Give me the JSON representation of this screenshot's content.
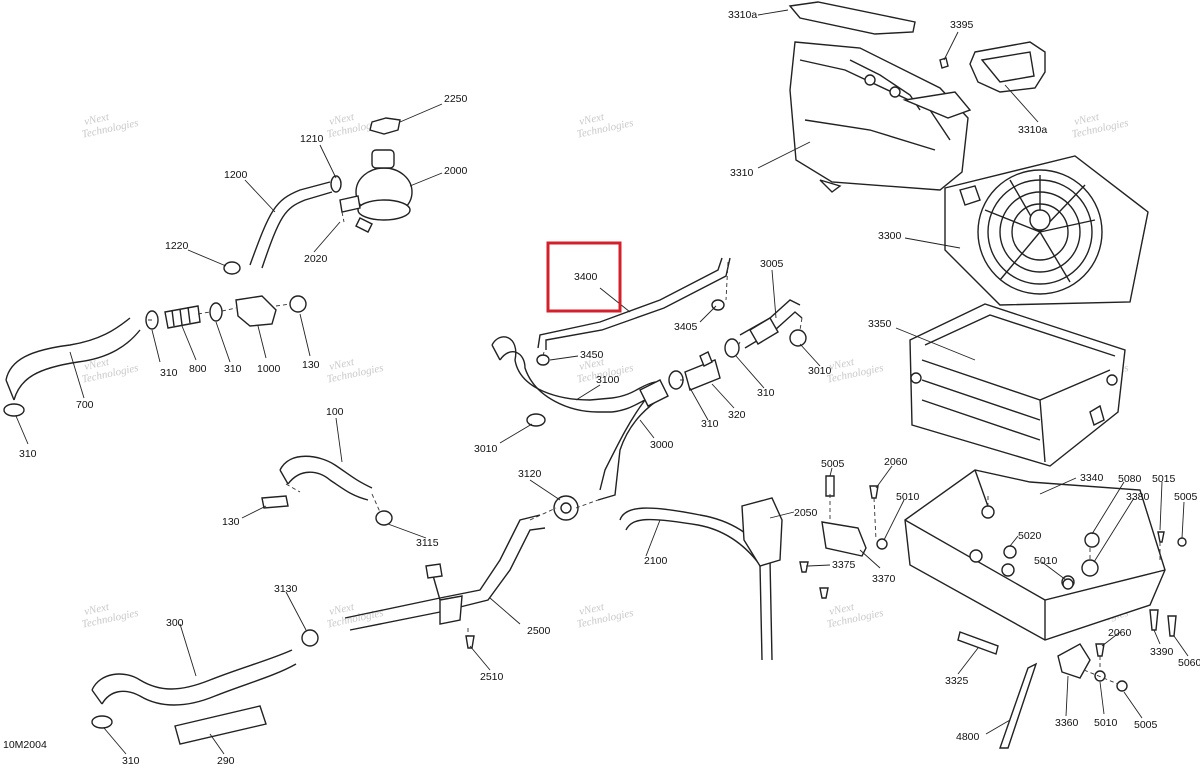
{
  "labels": {
    "l3310a_top": "3310a",
    "l3395": "3395",
    "l3310a_right": "3310a",
    "l3310": "3310",
    "l3300": "3300",
    "l2250": "2250",
    "l1210": "1210",
    "l2000": "2000",
    "l1200": "1200",
    "l2020": "2020",
    "l1220": "1220",
    "l700": "700",
    "l310_a": "310",
    "l800": "800",
    "l310_b": "310",
    "l1000": "1000",
    "l130_a": "130",
    "l310_c": "310",
    "l3400": "3400",
    "l3405": "3405",
    "l3005": "3005",
    "l3450": "3450",
    "l3100": "3100",
    "l3010_a": "3010",
    "l310_d": "310",
    "l320": "320",
    "l310_e": "310",
    "l3000": "3000",
    "l3010_b": "3010",
    "l3350": "3350",
    "l100": "100",
    "l3120": "3120",
    "l130_b": "130",
    "l3115": "3115",
    "l2050": "2050",
    "l2100": "2100",
    "l3375": "3375",
    "l3370": "3370",
    "l5005_a": "5005",
    "l2060_a": "2060",
    "l5010_a": "5010",
    "l3340": "3340",
    "l5080": "5080",
    "l5015": "5015",
    "l5005_b": "5005",
    "l3380": "3380",
    "l5020": "5020",
    "l5010_b": "5010",
    "l3130": "3130",
    "l300": "300",
    "l2500": "2500",
    "l2510": "2510",
    "l2060_b": "2060",
    "l3390": "3390",
    "l5060": "5060",
    "l3325": "3325",
    "l3360": "3360",
    "l5010_c": "5010",
    "l5005_c": "5005",
    "l4800": "4800",
    "l310_f": "310",
    "l290": "290",
    "code": "10M2004"
  },
  "watermark": {
    "line1": "vNext",
    "line2": "Technologies"
  },
  "highlight": {
    "part": "3400",
    "color": "#d4202a"
  }
}
